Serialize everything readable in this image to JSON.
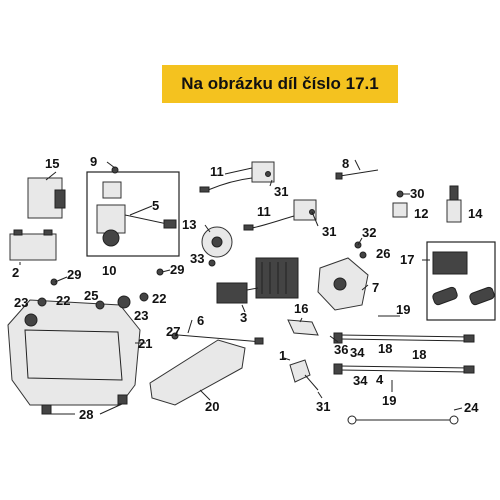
{
  "banner": {
    "text": "Na obrázku díl číslo 17.1"
  },
  "labels": {
    "n15": "15",
    "n9": "9",
    "n5": "5",
    "n11a": "11",
    "n31a": "31",
    "n8": "8",
    "n30": "30",
    "n12": "12",
    "n14": "14",
    "n11b": "11",
    "n31b": "31",
    "n13": "13",
    "n32": "32",
    "n26": "26",
    "n2": "2",
    "n29a": "29",
    "n10": "10",
    "n29b": "29",
    "n33": "33",
    "n17": "17",
    "n7": "7",
    "n23a": "23",
    "n22a": "22",
    "n25": "25",
    "n22b": "22",
    "n23b": "23",
    "n3": "3",
    "n16": "16",
    "n19a": "19",
    "n27": "27",
    "n6": "6",
    "n21": "21",
    "n36": "36",
    "n18a": "18",
    "n18b": "18",
    "n1": "1",
    "n34a": "34",
    "n34b": "34",
    "n4": "4",
    "n20": "20",
    "n19b": "19",
    "n24": "24",
    "n28": "28",
    "n31c": "31"
  }
}
